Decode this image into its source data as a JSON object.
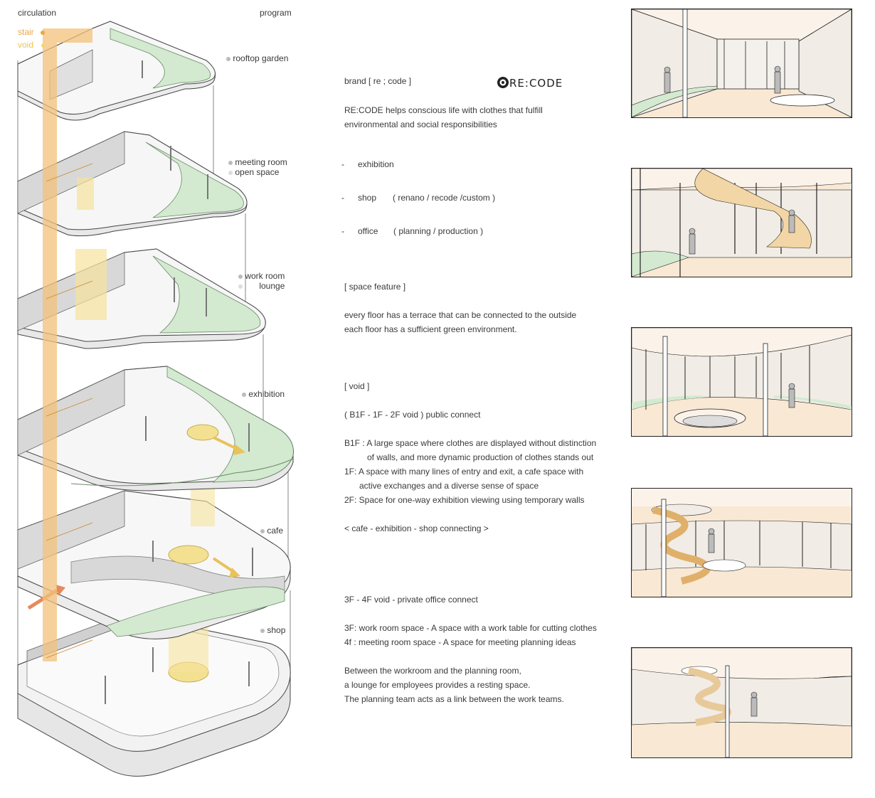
{
  "legend": {
    "circulation": "circulation",
    "program": "program",
    "stair": "stair",
    "void": "void",
    "stair_color": "#e8a846",
    "void_color": "#f1d67a"
  },
  "program_labels": {
    "rooftop": "rooftop garden",
    "meeting": "meeting room",
    "open_space": "open space",
    "work_room": "work room",
    "lounge": "lounge",
    "exhibition": "exhibition",
    "cafe": "cafe",
    "shop": "shop"
  },
  "brand": {
    "heading": "brand [ re ; code ]",
    "logo": "RE:CODE",
    "desc1": "RE:CODE helps conscious life with clothes that fulfill",
    "desc2": "environmental and social responsibilities"
  },
  "list": [
    {
      "dash": "-",
      "label": "exhibition",
      "detail": ""
    },
    {
      "dash": "-",
      "label": "shop",
      "detail": "( renano / recode /custom )"
    },
    {
      "dash": "-",
      "label": "office",
      "detail": "( planning / production )"
    }
  ],
  "space_feature": {
    "title": "[ space feature ]",
    "line1": "every floor has a terrace that can be connected to the outside",
    "line2": "each floor has a sufficient green environment."
  },
  "void": {
    "title": "[ void ]",
    "public": "( B1F - 1F - 2F void ) public connect",
    "b1f_1": "B1F : A large space where clothes are displayed without distinction",
    "b1f_2": "of walls, and more dynamic production of clothes stands out",
    "f1_1": "1F: A space with many lines of entry and exit, a cafe space with",
    "f1_2": "active exchanges and a diverse sense of space",
    "f2": "2F: Space for one-way exhibition viewing using temporary walls",
    "connecting": "< cafe - exhibition - shop  connecting >",
    "private": "3F - 4F void - private office connect",
    "f3": "3F: work room space - A space with a work table for cutting clothes",
    "f4": "4f : meeting room space - A space for meeting planning ideas",
    "lounge1": "Between the workroom and the planning room,",
    "lounge2": "a lounge for employees provides a resting space.",
    "lounge3": "The planning team acts as a link between the work teams."
  },
  "colors": {
    "green": "#d3ead0",
    "peach": "#f9e8d4",
    "orange": "#f3c27a",
    "yellow": "#f6e39c"
  }
}
